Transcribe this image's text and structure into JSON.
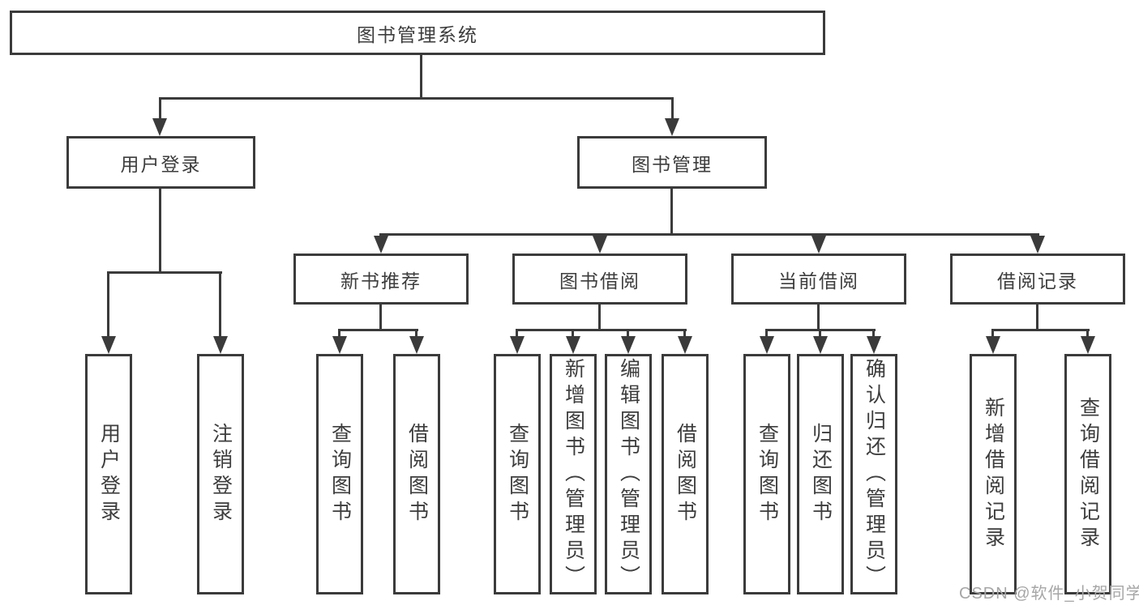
{
  "diagram": {
    "root": {
      "label": "图书管理系统"
    },
    "level2": {
      "user_login": {
        "label": "用户登录"
      },
      "book_management": {
        "label": "图书管理"
      }
    },
    "level3": {
      "new_book_recommend": {
        "label": "新书推荐"
      },
      "book_borrow": {
        "label": "图书借阅"
      },
      "current_borrow": {
        "label": "当前借阅"
      },
      "borrow_records": {
        "label": "借阅记录"
      }
    },
    "leaves": {
      "user_login": {
        "label": "用户登录"
      },
      "logout": {
        "label": "注销登录"
      },
      "recommend_query_books": {
        "label": "查询图书"
      },
      "recommend_borrow_books": {
        "label": "借阅图书"
      },
      "borrow_query_books": {
        "label": "查询图书"
      },
      "borrow_add_books": {
        "label": "新增图书（管理员）"
      },
      "borrow_edit_books": {
        "label": "编辑图书（管理员）"
      },
      "borrow_borrow_books": {
        "label": "借阅图书"
      },
      "current_query_books": {
        "label": "查询图书"
      },
      "current_return_books": {
        "label": "归还图书"
      },
      "current_confirm_return": {
        "label": "确认归还（管理员）"
      },
      "records_add_record": {
        "label": "新增借阅记录"
      },
      "records_query_record": {
        "label": "查询借阅记录"
      }
    },
    "watermark": "CSDN @软件_小贺同学"
  }
}
